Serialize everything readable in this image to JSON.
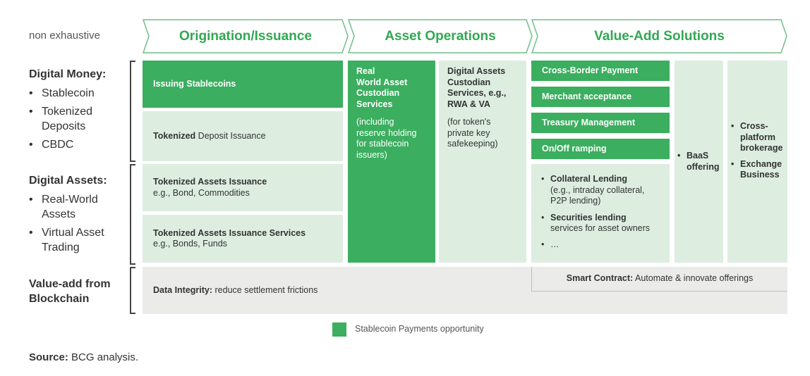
{
  "header": {
    "note": "non exhaustive",
    "columns": [
      {
        "label": "Origination/Issuance"
      },
      {
        "label": "Asset Operations"
      },
      {
        "label": "Value-Add Solutions"
      }
    ]
  },
  "rows": {
    "digital_money": {
      "title": "Digital Money:",
      "items": [
        "Stablecoin",
        "Tokenized Deposits",
        "CBDC"
      ]
    },
    "digital_assets": {
      "title": "Digital Assets:",
      "items": [
        "Real-World Assets",
        "Virtual Asset Trading"
      ]
    },
    "value_add": {
      "title_line1": "Value-add from",
      "title_line2": "Blockchain"
    }
  },
  "origination": {
    "issuing_stablecoins": "Issuing Stablecoins",
    "tokenized_deposit": {
      "bold": "Tokenized",
      "rest": " Deposit Issuance"
    },
    "tokenized_assets": {
      "title": "Tokenized Assets Issuance",
      "sub": "e.g., Bond, Commodities"
    },
    "tokenized_services": {
      "title": "Tokenized Assets Issuance Services",
      "sub": "e.g., Bonds, Funds"
    }
  },
  "asset_ops": {
    "rwa_custodian": {
      "title_lines": [
        "Real",
        "World Asset",
        "Custodian",
        "Services"
      ],
      "sub_lines": [
        "(including",
        "reserve holding",
        "for stablecoin",
        "issuers)"
      ]
    },
    "digital_custodian": {
      "title_lines": [
        "Digital Assets",
        "Custodian",
        "Services, e.g.,",
        "RWA & VA"
      ],
      "sub_lines": [
        "(for token's",
        "private key",
        "safekeeping)"
      ]
    }
  },
  "value_add_solutions": {
    "green_items": [
      "Cross-Border Payment",
      "Merchant acceptance",
      "Treasury Management",
      "On/Off ramping"
    ],
    "lending": {
      "collateral_title": "Collateral Lending",
      "collateral_sub": [
        "(e.g., intraday collateral,",
        "P2P lending)"
      ],
      "securities_title": "Securities lending",
      "securities_sub": "services for asset owners",
      "more": "…"
    },
    "baas": [
      "BaaS",
      "offering"
    ],
    "brokerage": {
      "cross": [
        "Cross-",
        "platform",
        "brokerage"
      ],
      "exchange": [
        "Exchange",
        "Business"
      ]
    }
  },
  "bottom": {
    "data_integrity": {
      "bold": "Data Integrity:",
      "rest": " reduce settlement frictions"
    },
    "smart_contract": {
      "bold": "Smart Contract:",
      "rest": " Automate & innovate offerings"
    }
  },
  "legend": {
    "label": "Stablecoin Payments opportunity"
  },
  "source": {
    "bold": "Source:",
    "rest": " BCG analysis."
  },
  "colors": {
    "green": "#3bae5f",
    "light_green": "#ddeee1",
    "grey": "#ebecea",
    "header_green": "#32a852"
  }
}
